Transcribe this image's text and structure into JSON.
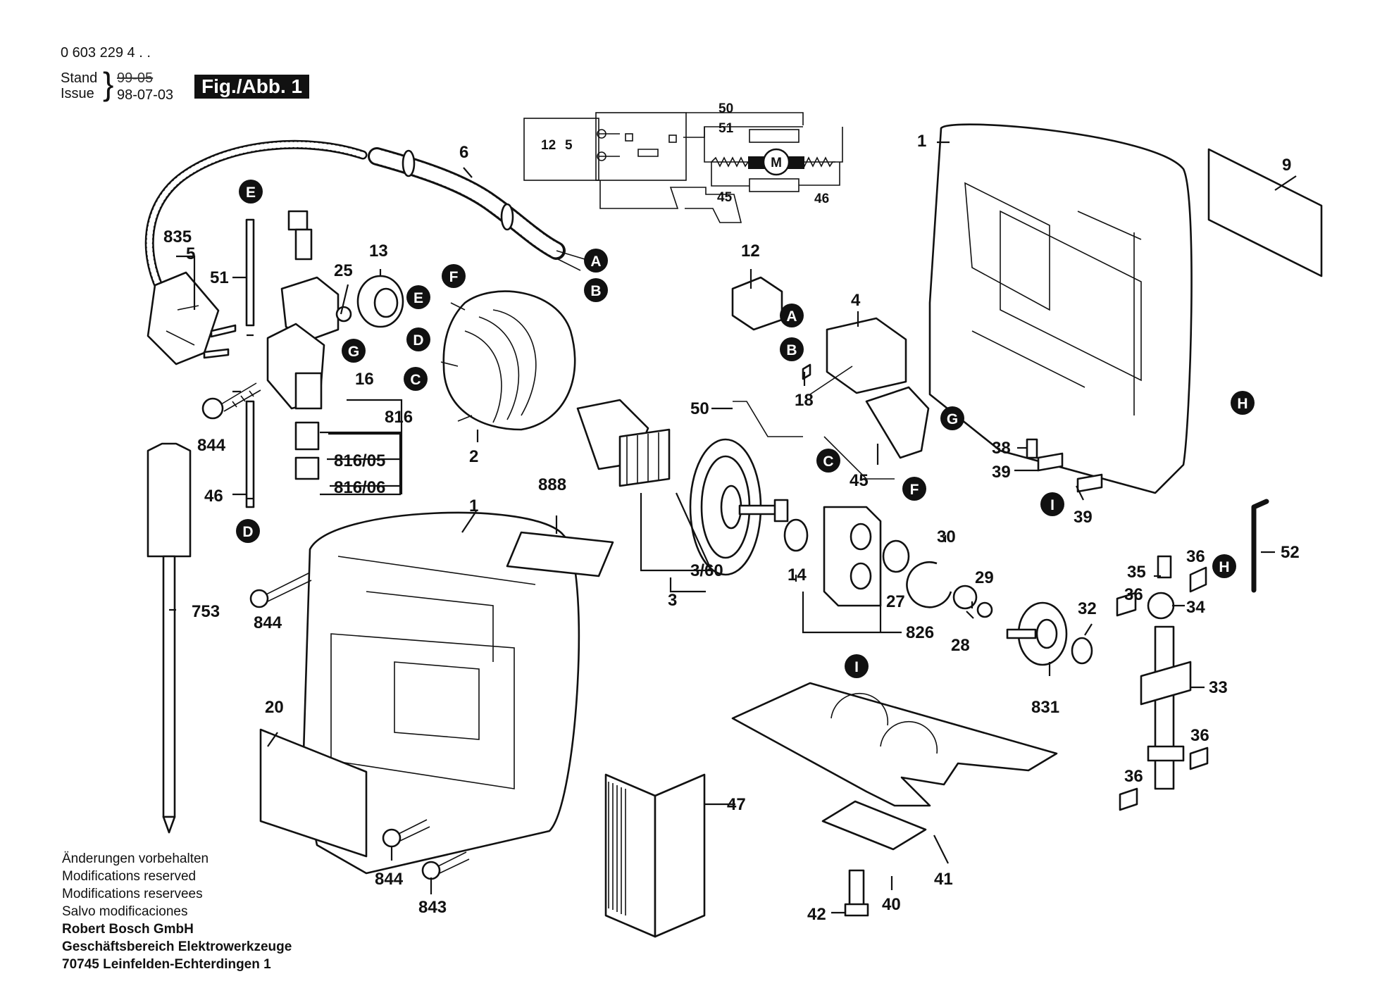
{
  "header": {
    "doc_number": "0 603 229 4 . .",
    "stand_label": "Stand",
    "issue_label": "Issue",
    "stand_value": "99-05",
    "issue_value": "98-07-03",
    "figure_badge": "Fig./Abb. 1"
  },
  "footer": {
    "lines": [
      "Änderungen vorbehalten",
      "Modifications reserved",
      "Modifications reservees",
      "Salvo modificaciones",
      "Robert Bosch GmbH",
      "Geschäftsbereich Elektrowerkzeuge",
      "70745 Leinfelden-Echterdingen 1"
    ]
  },
  "wiring": {
    "labels": [
      "12",
      "5",
      "50",
      "51",
      "45",
      "46"
    ],
    "motor_symbol": "M"
  },
  "markers": [
    "A",
    "B",
    "C",
    "D",
    "E",
    "F",
    "G",
    "H",
    "I"
  ],
  "part_numbers": [
    "6",
    "835",
    "5",
    "51",
    "25",
    "13",
    "16",
    "816",
    "816/05",
    "816/06",
    "844",
    "46",
    "2",
    "1",
    "888",
    "753",
    "20",
    "843",
    "47",
    "3/60",
    "3",
    "14",
    "27",
    "826",
    "30",
    "29",
    "28",
    "831",
    "32",
    "35",
    "36",
    "34",
    "33",
    "52",
    "12",
    "4",
    "18",
    "50",
    "45",
    "38",
    "39",
    "9",
    "40",
    "41",
    "42"
  ]
}
